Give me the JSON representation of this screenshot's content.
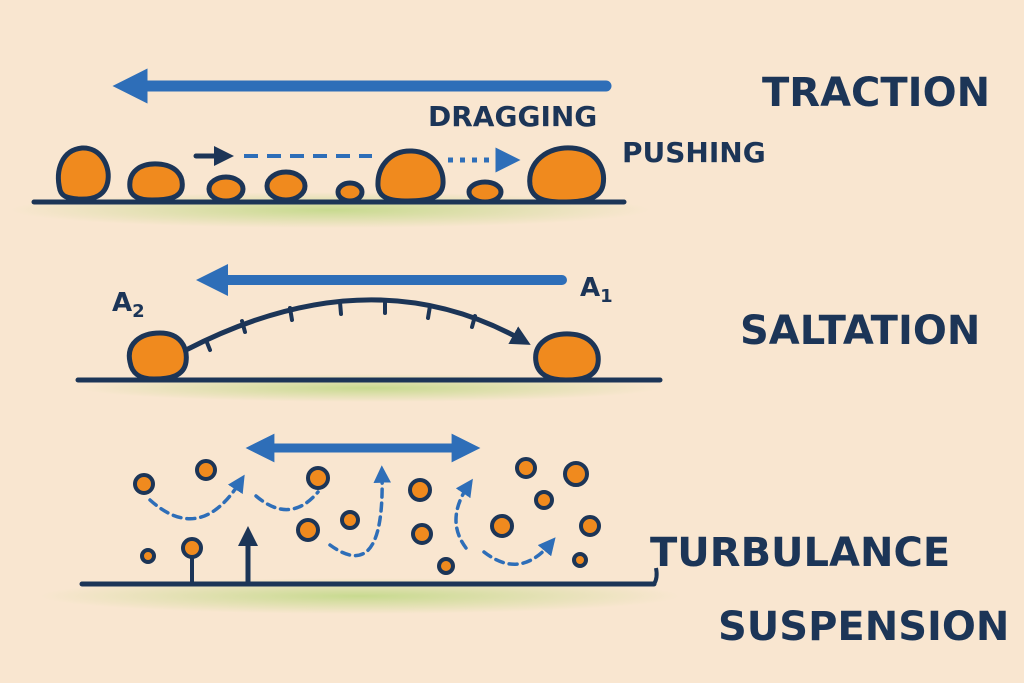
{
  "colors": {
    "background": "#f9e6d0",
    "ink": "#1c3557",
    "arrow_blue": "#2e6eb8",
    "grain_orange": "#f08a1e",
    "ground_glow": "#b7d67a"
  },
  "icons": [
    "flow-arrow-icon",
    "grain-icon",
    "hop-arrow-icon",
    "swirl-arrow-icon"
  ],
  "traction": {
    "title": "TRACTION",
    "label_dragging": "DRAGGING",
    "label_pushing": "PUSHING"
  },
  "saltation": {
    "title": "SALTATION",
    "label_a2": "A",
    "label_a2_sub": "2",
    "label_a1": "A",
    "label_a1_sub": "1"
  },
  "suspension": {
    "title_turbulance": "TURBULANCE",
    "title_suspension": "SUSPENSION"
  }
}
